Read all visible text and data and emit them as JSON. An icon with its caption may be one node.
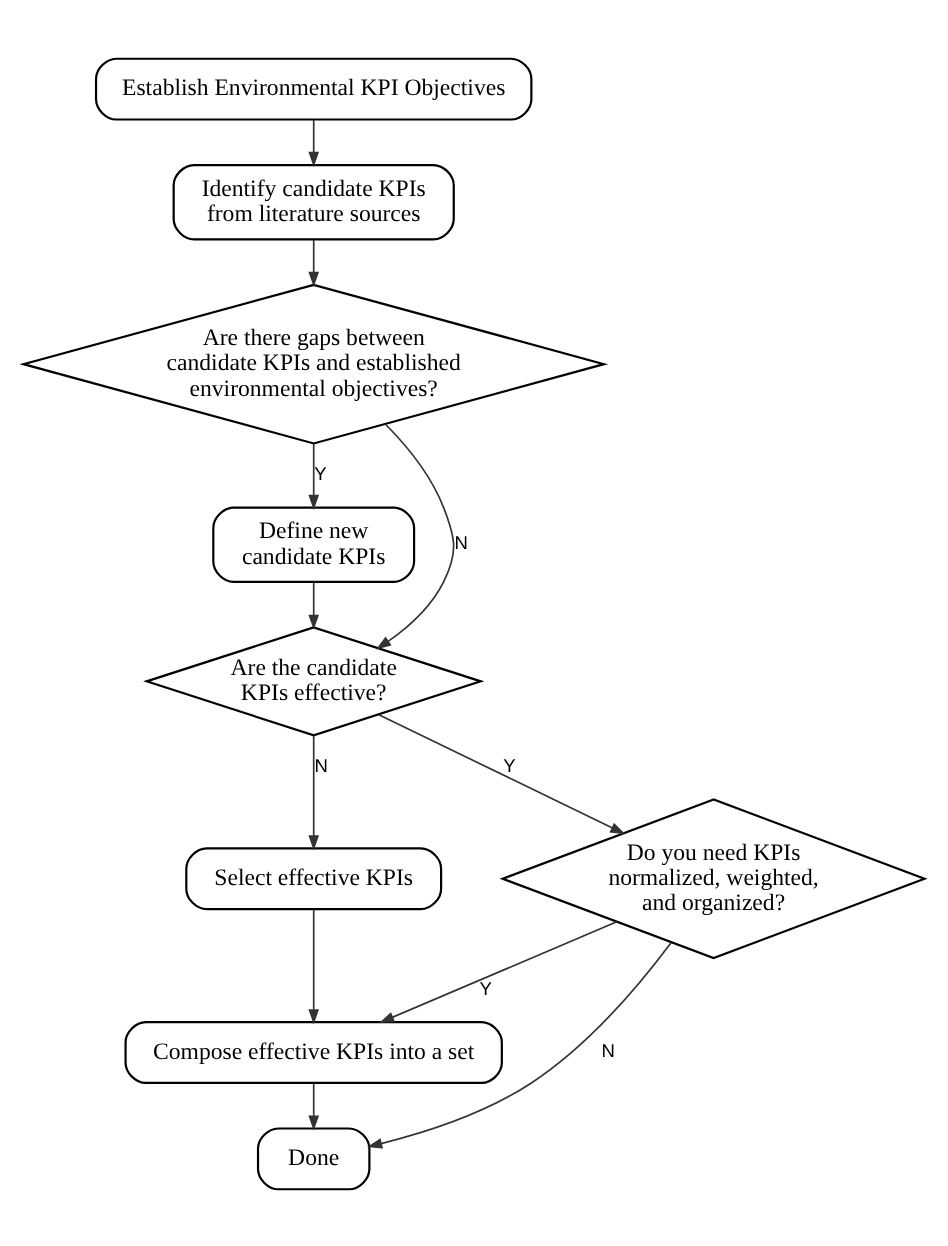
{
  "diagram": {
    "nodes": [
      {
        "text": [
          "Establish Environmental KPI Objectives"
        ]
      },
      {
        "text": [
          "Identify candidate KPIs from literature sources"
        ]
      },
      {
        "text": [
          "Are there gaps between candidate KPIs and established environmental objectives?"
        ]
      },
      {
        "text": [
          "Define new candidate KPIs"
        ]
      },
      {
        "text": [
          "Are the candidate KPIs effective?"
        ]
      },
      {
        "text": [
          "Select effective KPIs"
        ]
      },
      {
        "text": [
          "Do you need KPIs normalized, weighted, and organized?"
        ]
      },
      {
        "text": [
          "Compose effective KPIs into a set"
        ]
      },
      {
        "text": [
          "Done"
        ]
      }
    ],
    "edges": [
      {
        "from": 0,
        "to": 1,
        "arrow": "to"
      },
      {
        "from": 1,
        "to": 2,
        "arrow": "to"
      },
      {
        "from": 2,
        "to": 3,
        "label": "Y",
        "arrow": "to"
      },
      {
        "from": 2,
        "to": 4,
        "label": "N",
        "arrow": "to"
      },
      {
        "from": 3,
        "to": 4,
        "arrow": "to"
      },
      {
        "from": 4,
        "to": 5,
        "label": "N",
        "arrow": "to"
      },
      {
        "from": 4,
        "to": 6,
        "label": "Y",
        "arrow": "to"
      },
      {
        "from": 5,
        "to": 7,
        "arrow": "to"
      },
      {
        "from": 6,
        "to": 7,
        "label": "Y",
        "arrow": "to"
      },
      {
        "from": 7,
        "to": 8,
        "arrow": "to"
      },
      {
        "from": 6,
        "to": 8,
        "label": "N",
        "arrow": "to"
      }
    ]
  }
}
